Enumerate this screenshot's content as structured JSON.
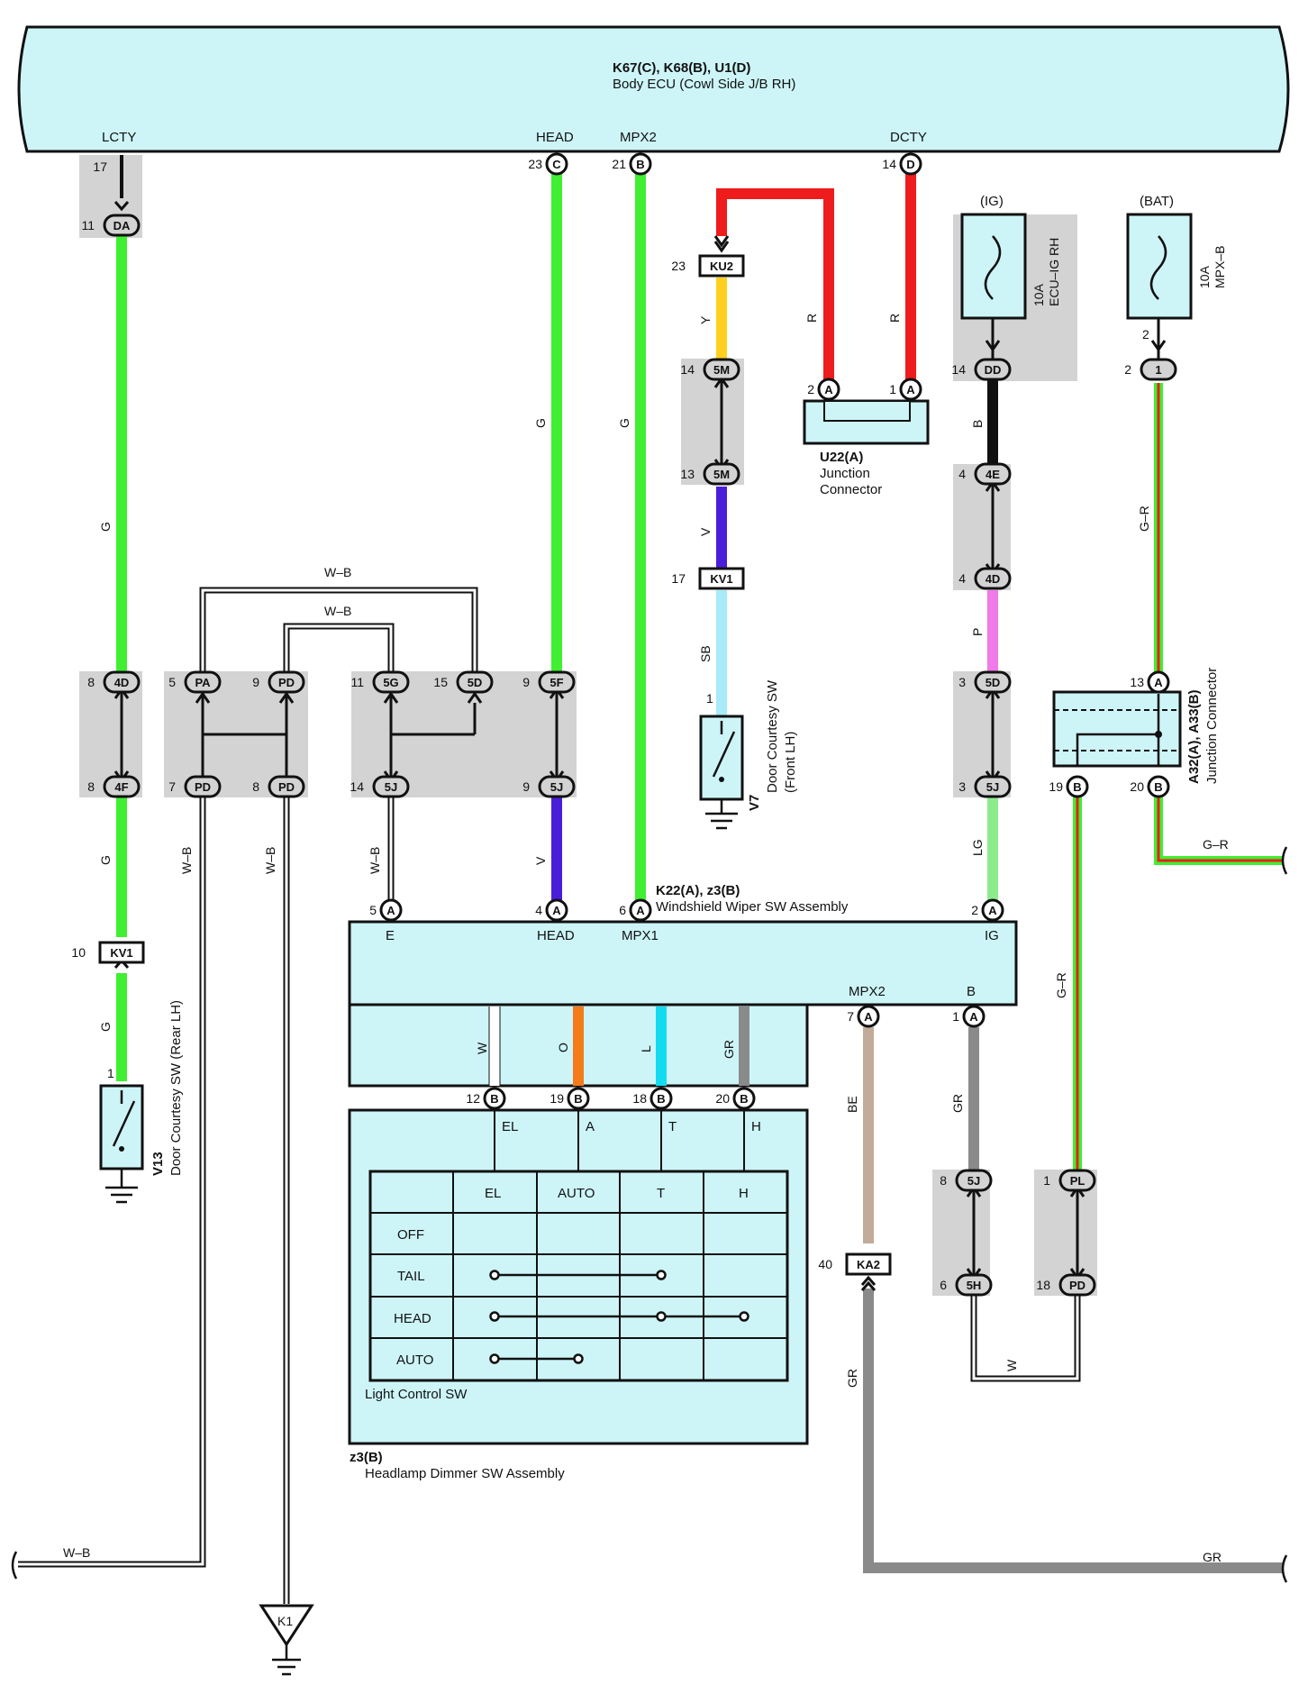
{
  "colors": {
    "box_fill": "#cdf5f8",
    "shade": "#d3d3d3",
    "G": "#40ee32",
    "R": "#ee1c1c",
    "Y": "#ffd11e",
    "V": "#4a1ed8",
    "SB": "#a7ecf8",
    "B": "#111111",
    "P": "#f07ae8",
    "LG": "#8cec8c",
    "BE": "#c2ab98",
    "GR": "#8a8a8a",
    "O": "#f47a1a",
    "L": "#14dcf0"
  },
  "body_ecu": {
    "title": "K67(C), K68(B), U1(D)",
    "subtitle": "Body ECU (Cowl Side J/B RH)",
    "terminals": [
      {
        "name": "LCTY",
        "pin": "17",
        "conn": ""
      },
      {
        "name": "HEAD",
        "pin": "23",
        "conn": "C"
      },
      {
        "name": "MPX2",
        "pin": "21",
        "conn": "B"
      },
      {
        "name": "DCTY",
        "pin": "14",
        "conn": "D"
      }
    ]
  },
  "connectors": {
    "da": {
      "pin": "11",
      "code": "DA"
    },
    "ku2": {
      "pin": "23",
      "code": "KU2"
    },
    "m5a": {
      "pin": "14",
      "code": "5M"
    },
    "m5b": {
      "pin": "13",
      "code": "5M"
    },
    "kv1a": {
      "pin": "17",
      "code": "KV1"
    },
    "dd": {
      "pin": "14",
      "code": "DD"
    },
    "e4": {
      "pin": "4",
      "code": "4E"
    },
    "d4b": {
      "pin": "4",
      "code": "4D"
    },
    "d5b": {
      "pin": "3",
      "code": "5D"
    },
    "j5c": {
      "pin": "3",
      "code": "5J"
    },
    "c1": {
      "pin": "2",
      "code": "1"
    },
    "d4": {
      "pin": "8",
      "code": "4D"
    },
    "f4": {
      "pin": "8",
      "code": "4F"
    },
    "pa": {
      "pin": "5",
      "code": "PA"
    },
    "pd1": {
      "pin": "9",
      "code": "PD"
    },
    "pd2": {
      "pin": "7",
      "code": "PD"
    },
    "pd3": {
      "pin": "8",
      "code": "PD"
    },
    "g5": {
      "pin": "11",
      "code": "5G"
    },
    "d5": {
      "pin": "15",
      "code": "5D"
    },
    "j5a": {
      "pin": "14",
      "code": "5J"
    },
    "f5": {
      "pin": "9",
      "code": "5F"
    },
    "j5b": {
      "pin": "9",
      "code": "5J"
    },
    "kv1b": {
      "pin": "10",
      "code": "KV1"
    },
    "ka2": {
      "pin": "40",
      "code": "KA2"
    },
    "j5d": {
      "pin": "8",
      "code": "5J"
    },
    "h5": {
      "pin": "6",
      "code": "5H"
    },
    "pl": {
      "pin": "1",
      "code": "PL"
    },
    "pd4": {
      "pin": "18",
      "code": "PD"
    },
    "u22a": {
      "pin": "2",
      "code": "A"
    },
    "u22b": {
      "pin": "1",
      "code": "A"
    },
    "a32a": {
      "pin": "13",
      "code": "A"
    },
    "a32b": {
      "pin": "19",
      "code": "B"
    },
    "a32c": {
      "pin": "20",
      "code": "B"
    },
    "door_v13_pin": "1",
    "door_v7_pin": "1"
  },
  "wire_labels": {
    "g": "G",
    "r": "R",
    "y": "Y",
    "v": "V",
    "sb": "SB",
    "b": "B",
    "p": "P",
    "lg": "LG",
    "gr_": "G–R",
    "wb": "W–B",
    "be": "BE",
    "gr": "GR",
    "w": "W",
    "o": "O",
    "l": "L"
  },
  "fuses": {
    "ig": {
      "bus": "(IG)",
      "rating": "10A",
      "name": "ECU–IG RH"
    },
    "bat": {
      "bus": "(BAT)",
      "rating": "10A",
      "name": "MPX–B"
    }
  },
  "u22": {
    "id": "U22(A)",
    "name1": "Junction",
    "name2": "Connector"
  },
  "a32": {
    "id": "A32(A), A33(B)",
    "name": "Junction Connector"
  },
  "v7": {
    "id": "V7",
    "name1": "Door Courtesy SW",
    "name2": "(Front LH)"
  },
  "v13": {
    "id": "V13",
    "name": "Door Courtesy SW (Rear LH)"
  },
  "k1": "K1",
  "wiper": {
    "title": "K22(A), z3(B)",
    "name": "Windshield Wiper SW Assembly",
    "terms": [
      {
        "pin": "5",
        "conn": "A",
        "name": "E"
      },
      {
        "pin": "4",
        "conn": "A",
        "name": "HEAD"
      },
      {
        "pin": "6",
        "conn": "A",
        "name": "MPX1"
      },
      {
        "pin": "2",
        "conn": "A",
        "name": "IG"
      },
      {
        "pin": "7",
        "conn": "A",
        "name": "MPX2"
      },
      {
        "pin": "1",
        "conn": "A",
        "name": "B"
      }
    ]
  },
  "dimmer": {
    "id": "z3(B)",
    "name": "Headlamp Dimmer SW Assembly",
    "switch_name": "Light Control SW",
    "terms": [
      {
        "pin": "12",
        "conn": "B",
        "name": "EL"
      },
      {
        "pin": "19",
        "conn": "B",
        "name": "A"
      },
      {
        "pin": "18",
        "conn": "B",
        "name": "T"
      },
      {
        "pin": "20",
        "conn": "B",
        "name": "H"
      }
    ],
    "table_cols": [
      "EL",
      "AUTO",
      "T",
      "H"
    ],
    "table_rows": [
      "OFF",
      "TAIL",
      "HEAD",
      "AUTO"
    ]
  }
}
